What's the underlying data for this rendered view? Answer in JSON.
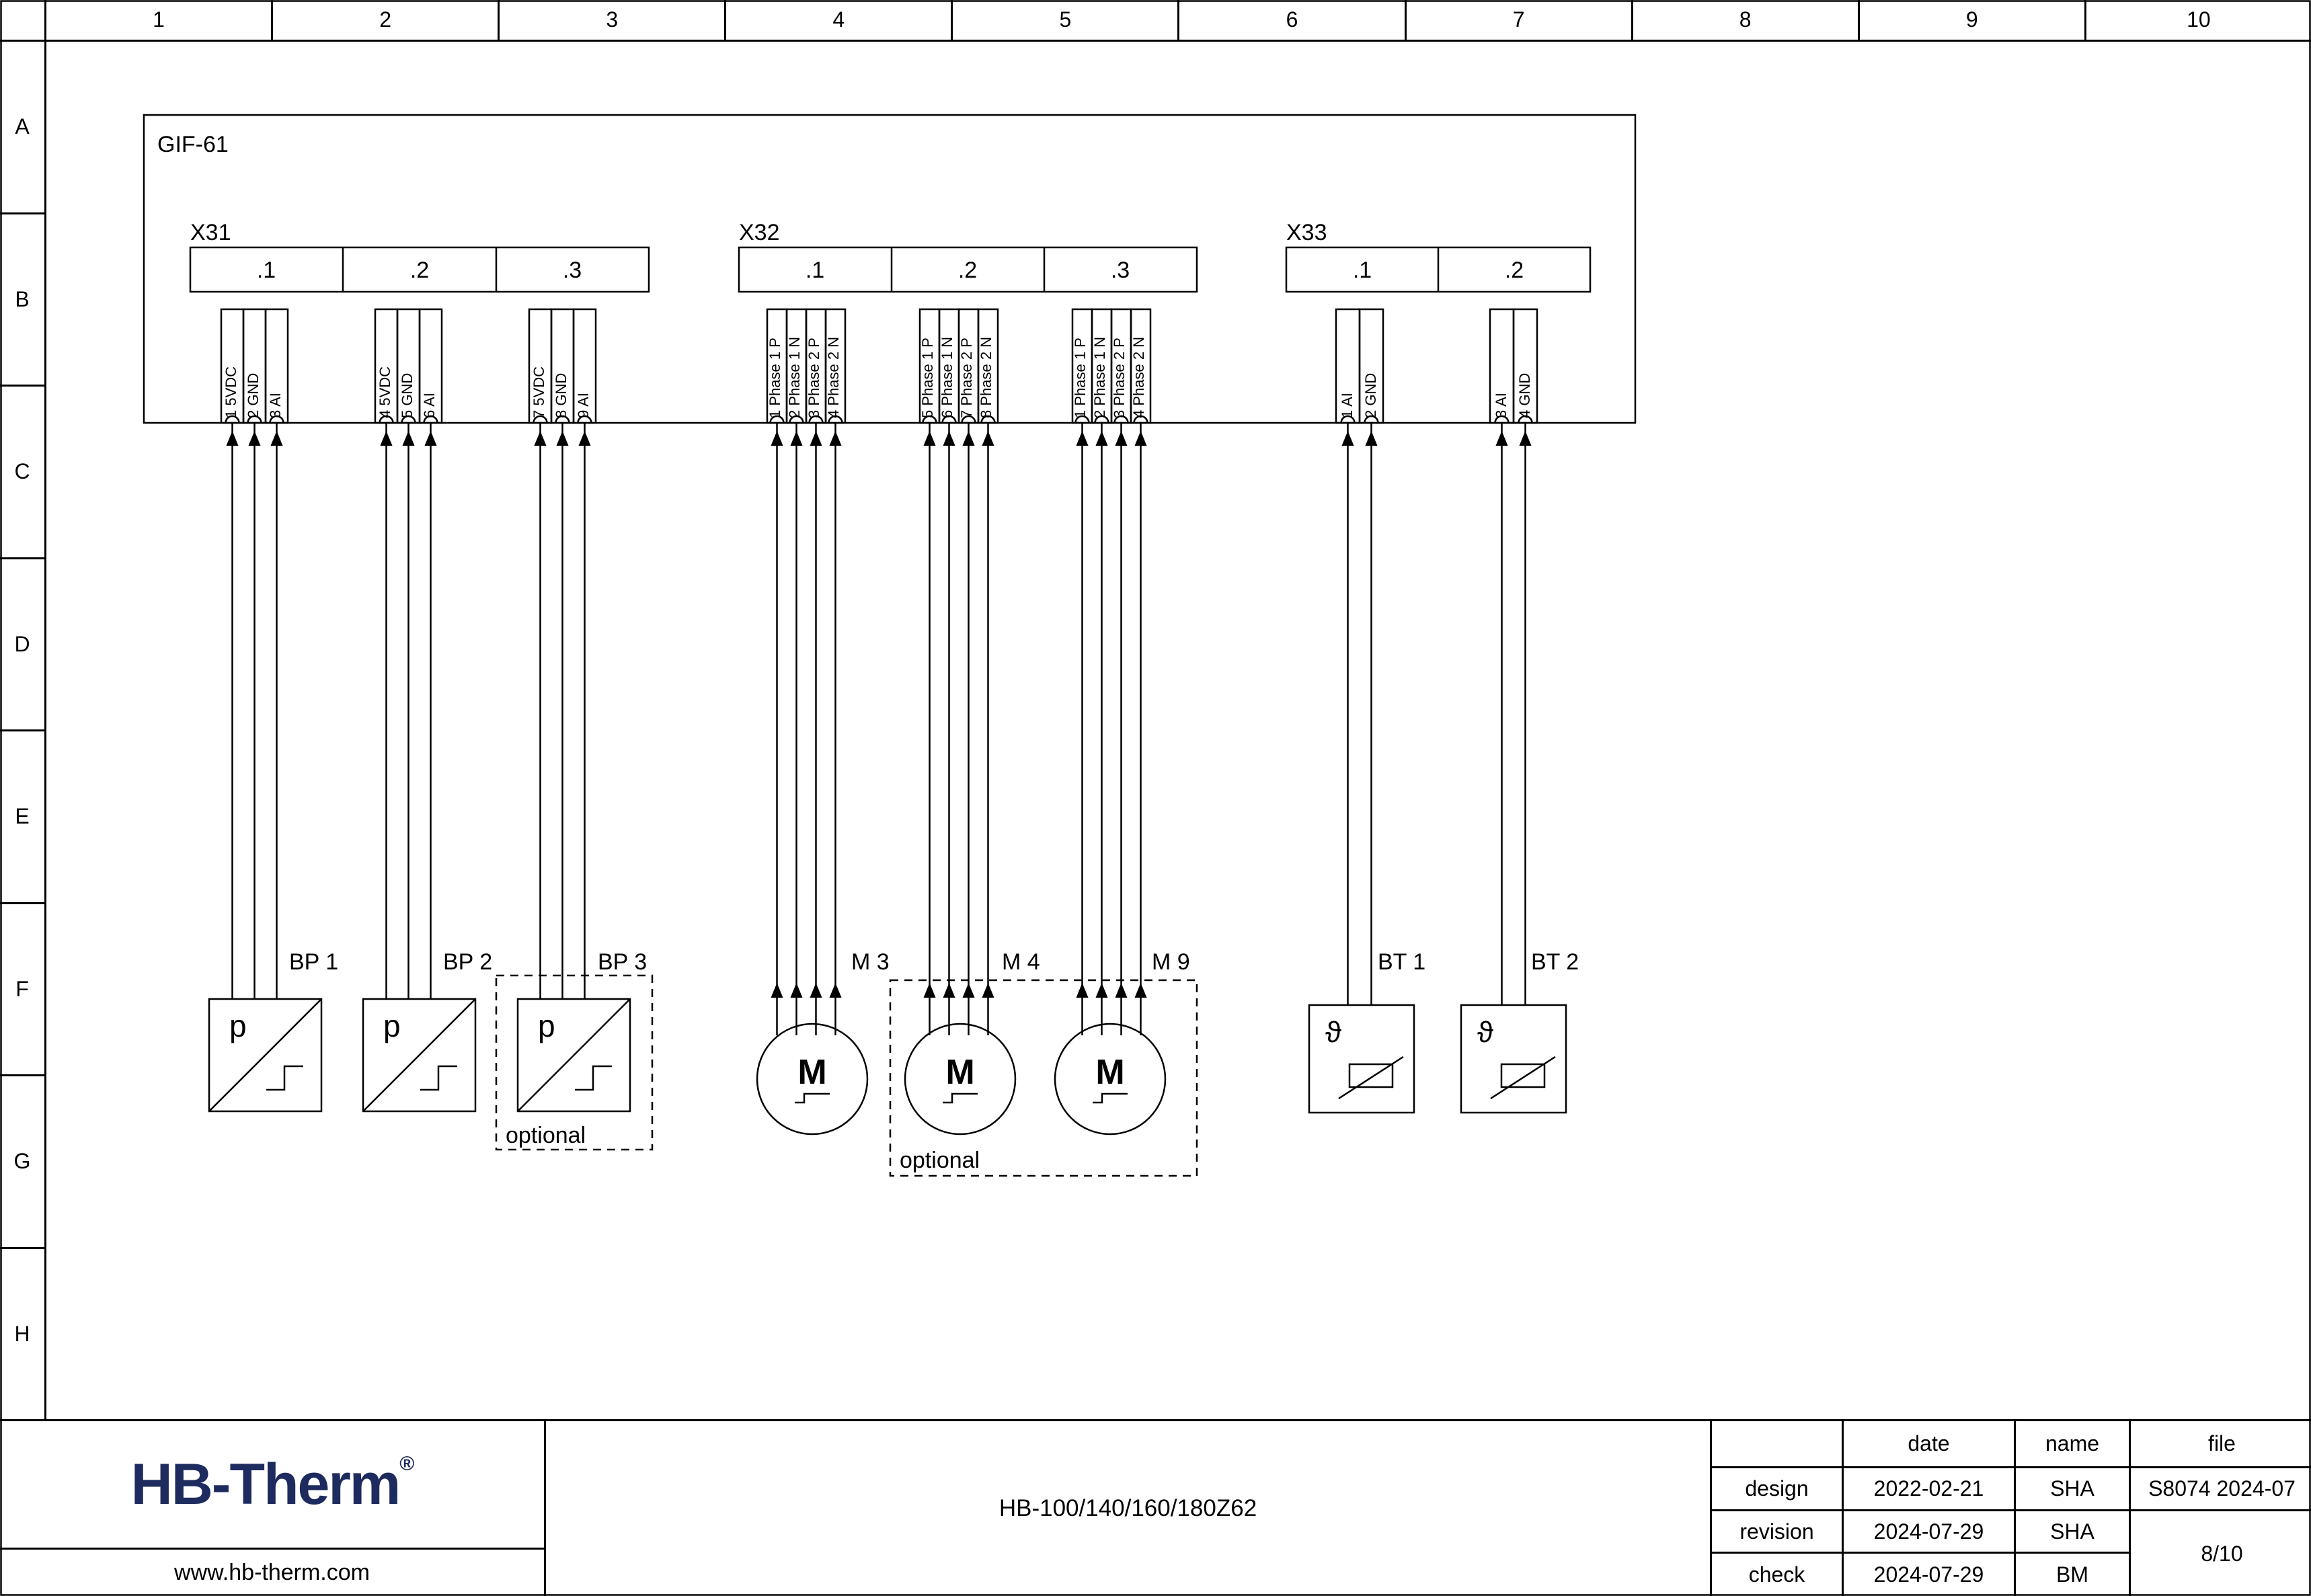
{
  "sheet": {
    "columns": [
      "1",
      "2",
      "3",
      "4",
      "5",
      "6",
      "7",
      "8",
      "9",
      "10"
    ],
    "rows": [
      "A",
      "B",
      "C",
      "D",
      "E",
      "F",
      "G",
      "H"
    ]
  },
  "frame": {
    "label": "GIF-61"
  },
  "connectors": [
    {
      "name": "X31",
      "groups": [
        {
          "label": ".1",
          "pins": [
            "1 5VDC",
            "2 GND",
            "3 AI"
          ]
        },
        {
          "label": ".2",
          "pins": [
            "4 5VDC",
            "5 GND",
            "6 AI"
          ]
        },
        {
          "label": ".3",
          "pins": [
            "7 5VDC",
            "8 GND",
            "9 AI"
          ]
        }
      ]
    },
    {
      "name": "X32",
      "groups": [
        {
          "label": ".1",
          "pins": [
            "1 Phase 1 P",
            "2 Phase 1 N",
            "3 Phase 2 P",
            "4 Phase 2 N"
          ]
        },
        {
          "label": ".2",
          "pins": [
            "5 Phase 1 P",
            "6 Phase 1 N",
            "7 Phase 2 P",
            "8 Phase 2 N"
          ]
        },
        {
          "label": ".3",
          "pins": [
            "1 Phase 1 P",
            "2 Phase 1 N",
            "3 Phase 2 P",
            "4 Phase 2 N"
          ]
        }
      ]
    },
    {
      "name": "X33",
      "groups": [
        {
          "label": ".1",
          "pins": [
            "1 AI",
            "2 GND"
          ]
        },
        {
          "label": ".2",
          "pins": [
            "3 AI",
            "4 GND"
          ]
        }
      ]
    }
  ],
  "devices": {
    "bp_labels": [
      "BP 1",
      "BP 2",
      "BP 3"
    ],
    "motor_labels": [
      "M 3",
      "M 4",
      "M 9"
    ],
    "bt_labels": [
      "BT 1",
      "BT 2"
    ],
    "symbols": {
      "pressure": "p",
      "motor": "M",
      "temperature": "ϑ"
    },
    "optional_label": "optional"
  },
  "title_block": {
    "logo_text": "HB-Therm",
    "logo_reg": "®",
    "website": "www.hb-therm.com",
    "drawing_title": "HB-100/140/160/180Z62",
    "col_date": "date",
    "col_name": "name",
    "col_file": "file",
    "rows": [
      {
        "label": "design",
        "date": "2022-02-21",
        "name": "SHA"
      },
      {
        "label": "revision",
        "date": "2024-07-29",
        "name": "SHA"
      },
      {
        "label": "check",
        "date": "2024-07-29",
        "name": "BM"
      }
    ],
    "file_number": "S8074 2024-07",
    "page": "8/10"
  },
  "colors": {
    "logo": "#1d2b5f",
    "line": "#000000",
    "background": "#ffffff"
  }
}
